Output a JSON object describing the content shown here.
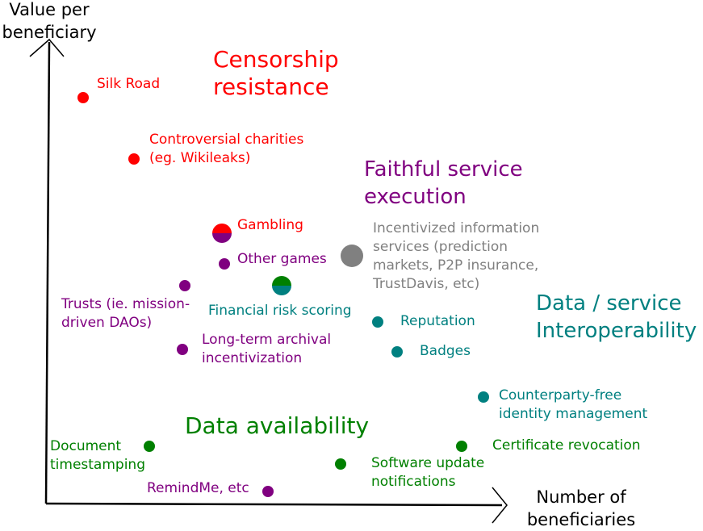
{
  "axes": {
    "y_title": "Value per\nbeneficiary",
    "x_title": "Number of\nbeneficiaries"
  },
  "colors": {
    "censorship": "#ff0000",
    "faithful": "#800080",
    "interop": "#008080",
    "availability": "#008000",
    "incentivized": "#808080"
  },
  "categories": {
    "censorship": "Censorship\nresistance",
    "faithful": "Faithful service\nexecution",
    "interop": "Data / service\nInteroperability",
    "availability": "Data availability"
  },
  "items": [
    {
      "label": "Silk Road",
      "category": "censorship"
    },
    {
      "label": "Controversial charities\n(eg. Wikileaks)",
      "category": "censorship"
    },
    {
      "label": "Gambling",
      "category": "censorship",
      "secondary_category": "faithful"
    },
    {
      "label": "Other games",
      "category": "faithful"
    },
    {
      "label": "Trusts (ie. mission-\ndriven DAOs)",
      "category": "faithful"
    },
    {
      "label": "Financial risk scoring",
      "category": "interop",
      "secondary_category": "availability"
    },
    {
      "label": "Incentivized information\nservices (prediction\nmarkets, P2P insurance,\nTrustDavis, etc)",
      "category": "incentivized"
    },
    {
      "label": "Long-term archival\nincentivization",
      "category": "faithful"
    },
    {
      "label": "Reputation",
      "category": "interop"
    },
    {
      "label": "Badges",
      "category": "interop"
    },
    {
      "label": "Counterparty-free\nidentity management",
      "category": "interop"
    },
    {
      "label": "Certificate revocation",
      "category": "availability"
    },
    {
      "label": "Document\ntimestamping",
      "category": "availability"
    },
    {
      "label": "Software update\nnotifications",
      "category": "availability"
    },
    {
      "label": "RemindMe, etc",
      "category": "faithful"
    }
  ]
}
